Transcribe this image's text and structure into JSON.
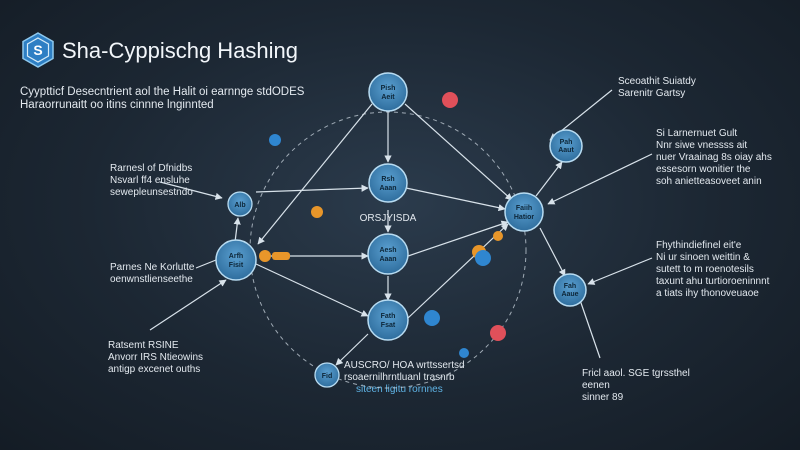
{
  "header": {
    "title": "Sha-Cyppischg Hashing",
    "intro_lines": [
      "Cyyptticf Desecntrient aol the Halit oi earnnge stdODES",
      "Haraorrunaitt oo itins cinnne lnginnted"
    ]
  },
  "center_label": "ORSJYISDA",
  "notes": {
    "left_1": [
      "Rarnesl of Dfnidbs",
      "Nsvarl ff4 ensluhe",
      "sewepleunsestndo"
    ],
    "left_2": [
      "Parnes Ne Korlutte",
      "oenwnstlienseethe"
    ],
    "left_3": [
      "Ratsemt RSINE",
      "Anvorr IRS Ntieowins",
      "antigp excenet ouths"
    ],
    "right_1": [
      "Sceoathit Suiatdy",
      "Sarenitr Gartsy"
    ],
    "right_2": [
      "Si Larnernuet Gult",
      "Nnr siwe vnessss ait",
      "nuer Vraainag 8s oiay ahs",
      "essesorn wonitier the",
      "soh anietteasoveet anin"
    ],
    "right_3": [
      "Fhythindiefinel eit'e",
      "Ni ur sinoen weittin &",
      "sutett to m roenotesils",
      "taxunt ahu turtioroeninnnt",
      "a tiats ihy thonoveuaoe"
    ],
    "right_4": [
      "Fricl aaol. SGE tgrssthel",
      "eenen",
      "sinner 89"
    ],
    "bottom_lines": [
      "AUSCRO/ HOA wrttssertsd",
      "rsoaernilhrntluanl trasnrb"
    ],
    "bottom_accent": "siteen ligitu rornnes"
  },
  "nodes": [
    {
      "id": "top",
      "label": "Pish"
    },
    {
      "id": "top-2",
      "label": "Aeit"
    },
    {
      "id": "mid",
      "label": "Rsh"
    },
    {
      "id": "mid-2",
      "label": "Aaan"
    },
    {
      "id": "center",
      "label": "Aesh"
    },
    {
      "id": "center-2",
      "label": "Aaan"
    },
    {
      "id": "bottom",
      "label": "Fath"
    },
    {
      "id": "bottom-2",
      "label": "Fsat"
    },
    {
      "id": "left",
      "label": "Arfh"
    },
    {
      "id": "left-2",
      "label": "Fisit"
    },
    {
      "id": "right",
      "label": "Faiih"
    },
    {
      "id": "right-2",
      "label": "Hatior"
    },
    {
      "id": "ul",
      "label": "Alb"
    },
    {
      "id": "rt",
      "label": "Pah"
    },
    {
      "id": "rt-2",
      "label": "Aaut"
    },
    {
      "id": "rb",
      "label": "Fah"
    },
    {
      "id": "rb-2",
      "label": "Aaue"
    },
    {
      "id": "bl",
      "label": "Fid"
    }
  ],
  "colors": {
    "background": "#1c2733",
    "node_fill": "#3f83b8",
    "node_stroke": "#b8dcf2",
    "edge": "#d8e2ea",
    "accent_blue": "#2f86d0",
    "accent_orange": "#e8962a",
    "accent_red": "#e0505a"
  },
  "icons": [
    "logo-hexagon-icon",
    "orange-dot-icon",
    "blue-dot-icon",
    "red-dot-icon"
  ]
}
